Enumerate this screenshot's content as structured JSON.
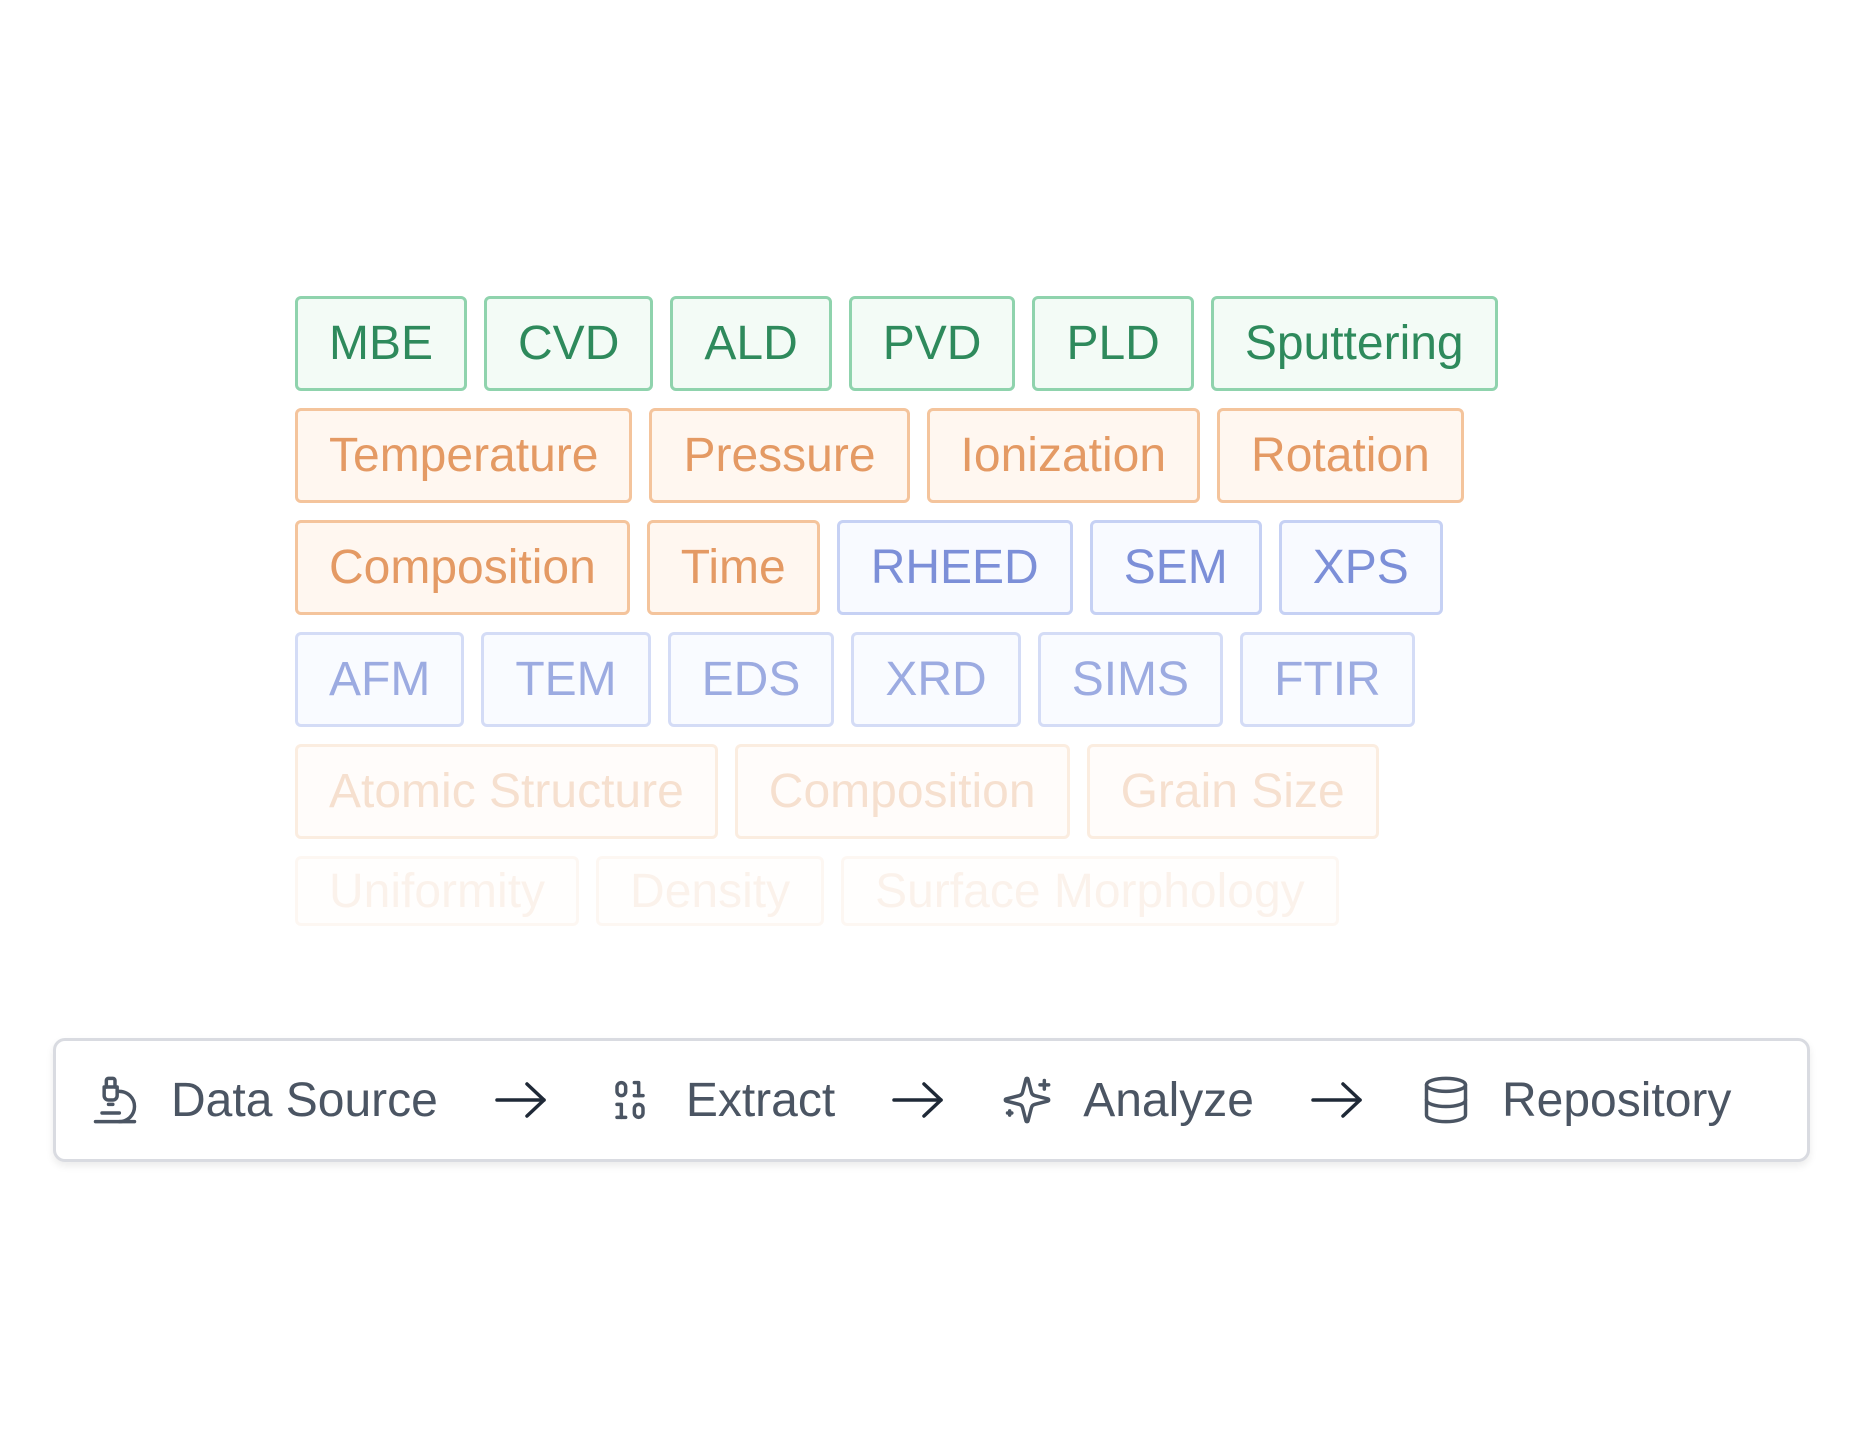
{
  "tag_rows": [
    {
      "color": "green",
      "tags": [
        "MBE",
        "CVD",
        "ALD",
        "PVD",
        "PLD",
        "Sputtering"
      ]
    },
    {
      "color": "orange",
      "tags": [
        "Temperature",
        "Pressure",
        "Ionization",
        "Rotation"
      ]
    },
    {
      "tags": [
        {
          "label": "Composition",
          "color": "orange"
        },
        {
          "label": "Time",
          "color": "orange"
        },
        {
          "label": "RHEED",
          "color": "blue"
        },
        {
          "label": "SEM",
          "color": "blue"
        },
        {
          "label": "XPS",
          "color": "blue"
        }
      ]
    },
    {
      "color": "blue",
      "tags": [
        "AFM",
        "TEM",
        "EDS",
        "XRD",
        "SIMS",
        "FTIR"
      ]
    },
    {
      "color": "orange",
      "tags": [
        "Atomic Structure",
        "Composition",
        "Grain Size"
      ]
    },
    {
      "color": "orange",
      "tags": [
        "Uniformity",
        "Density",
        "Surface Morphology"
      ]
    }
  ],
  "colors": {
    "green_text": "#2e8a5c",
    "orange_text": "#e49a64",
    "blue_text": "#7c8fd8",
    "pipeline_text": "#4b5563"
  },
  "pipeline": {
    "steps": [
      {
        "label": "Data Source",
        "icon": "microscope-icon"
      },
      {
        "label": "Extract",
        "icon": "binary-icon"
      },
      {
        "label": "Analyze",
        "icon": "sparkles-icon"
      },
      {
        "label": "Repository",
        "icon": "database-icon"
      }
    ],
    "arrow_icon": "arrow-right-icon"
  }
}
